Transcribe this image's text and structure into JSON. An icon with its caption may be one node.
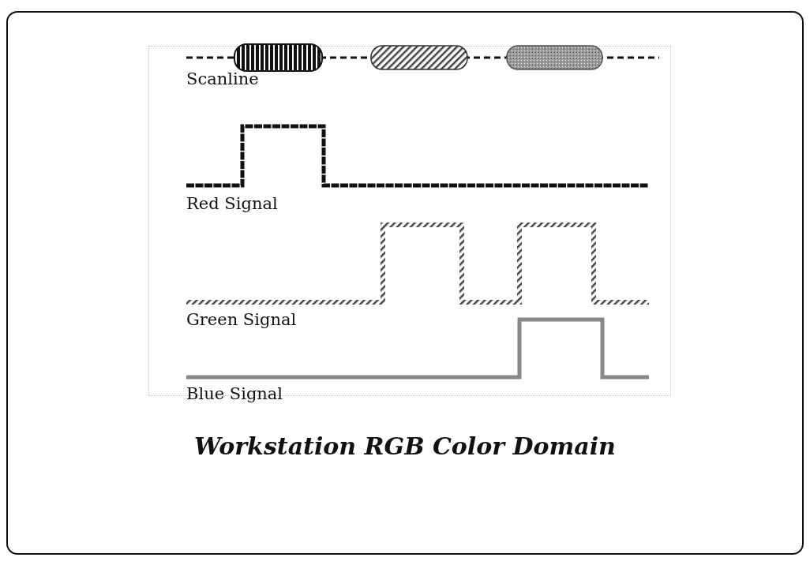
{
  "diagram": {
    "caption": "Workstation RGB Color Domain",
    "labels": [
      "Scanline",
      "Red Signal",
      "Green Signal",
      "Blue Signal"
    ]
  }
}
